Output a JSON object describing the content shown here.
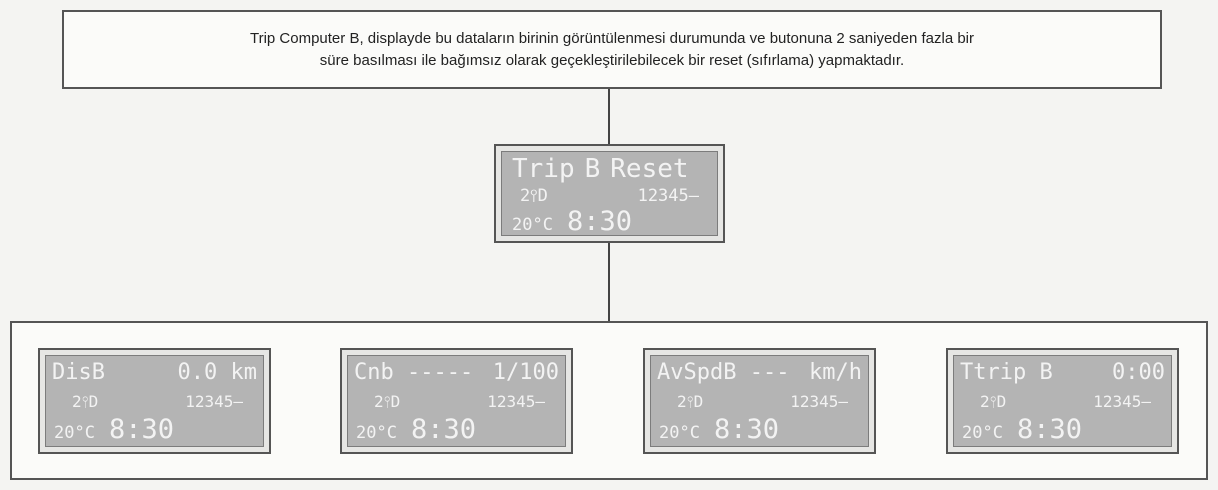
{
  "note": {
    "line1": "Trip Computer B, displayde bu dataların birinin görüntülenmesi durumunda ve butonuna 2 saniyeden fazla bir",
    "line2": "süre basılması ile  bağımsız olarak geçekleştirilebilecek bir reset (sıfırlama) yapmaktadır."
  },
  "reset_display": {
    "title_left": "Trip",
    "title_mid": "B",
    "title_right": "Reset",
    "gear": "2⫯D",
    "odometer": "12345—",
    "temp": "20°C",
    "clock": "8:30"
  },
  "displays": [
    {
      "left": "DisB",
      "right": "0.0 km",
      "gear": "2⫯D",
      "odometer": "12345—",
      "temp": "20°C",
      "clock": "8:30"
    },
    {
      "left": "Cnb -----",
      "right": "1/100",
      "gear": "2⫯D",
      "odometer": "12345—",
      "temp": "20°C",
      "clock": "8:30"
    },
    {
      "left": "AvSpdB ---",
      "right": "km/h",
      "gear": "2⫯D",
      "odometer": "12345—",
      "temp": "20°C",
      "clock": "8:30"
    },
    {
      "left": "Ttrip B",
      "right": "0:00",
      "gear": "2⫯D",
      "odometer": "12345—",
      "temp": "20°C",
      "clock": "8:30"
    }
  ]
}
